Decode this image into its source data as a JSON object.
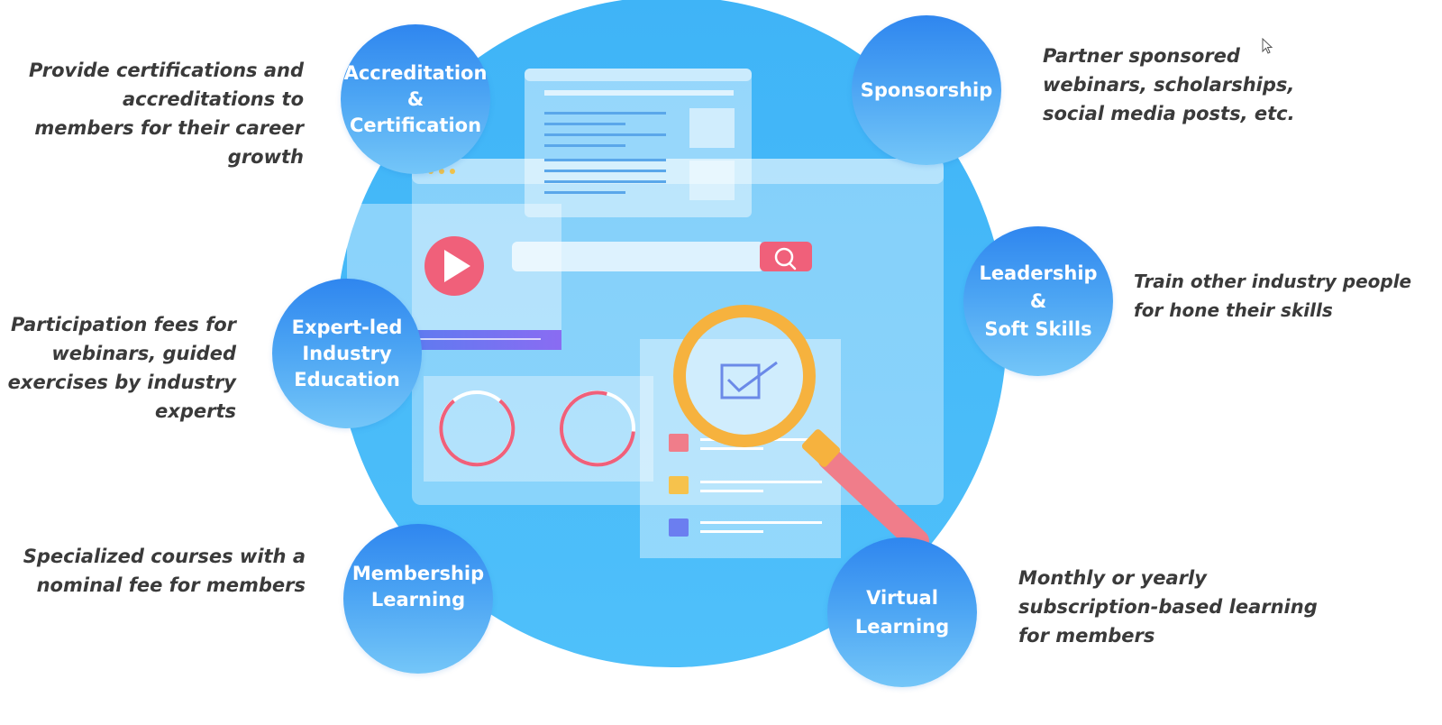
{
  "nodes": [
    {
      "id": "accreditation",
      "lines": [
        "Accreditation",
        "&",
        "Certification"
      ]
    },
    {
      "id": "sponsorship",
      "lines": [
        "Sponsorship"
      ]
    },
    {
      "id": "leadership",
      "lines": [
        "Leadership",
        "&",
        "Soft Skills"
      ]
    },
    {
      "id": "expert-led",
      "lines": [
        "Expert-led",
        "Industry",
        "Education"
      ]
    },
    {
      "id": "membership",
      "lines": [
        "Membership",
        "Learning"
      ]
    },
    {
      "id": "virtual",
      "lines": [
        "Virtual",
        "Learning"
      ]
    }
  ],
  "descriptions": [
    {
      "id": "accreditation",
      "lines": [
        "Provide certifications and",
        "accreditations to",
        "members for their career",
        "growth"
      ]
    },
    {
      "id": "sponsorship",
      "lines": [
        "Partner sponsored",
        "webinars, scholarships,",
        "social media posts, etc."
      ]
    },
    {
      "id": "leadership",
      "lines": [
        "Train other industry people",
        "for hone their skills"
      ]
    },
    {
      "id": "expert-led",
      "lines": [
        "Participation fees for",
        "webinars, guided",
        "exercises by industry",
        "experts"
      ]
    },
    {
      "id": "membership",
      "lines": [
        "Specialized courses with a",
        "nominal fee for members"
      ]
    },
    {
      "id": "virtual",
      "lines": [
        "Monthly or yearly",
        "subscription-based learning",
        "for members"
      ]
    }
  ],
  "colors": {
    "big_circle": "#45baf8",
    "node_top": "#2f86ef",
    "node_bottom": "#74c6f8",
    "accent_pink": "#f0607a",
    "magnifier": "#f6b23e",
    "text": "#3a3a3a"
  },
  "icons": [
    "play-icon",
    "search-icon",
    "magnifier-icon",
    "checkbox-icon",
    "cursor-icon"
  ]
}
